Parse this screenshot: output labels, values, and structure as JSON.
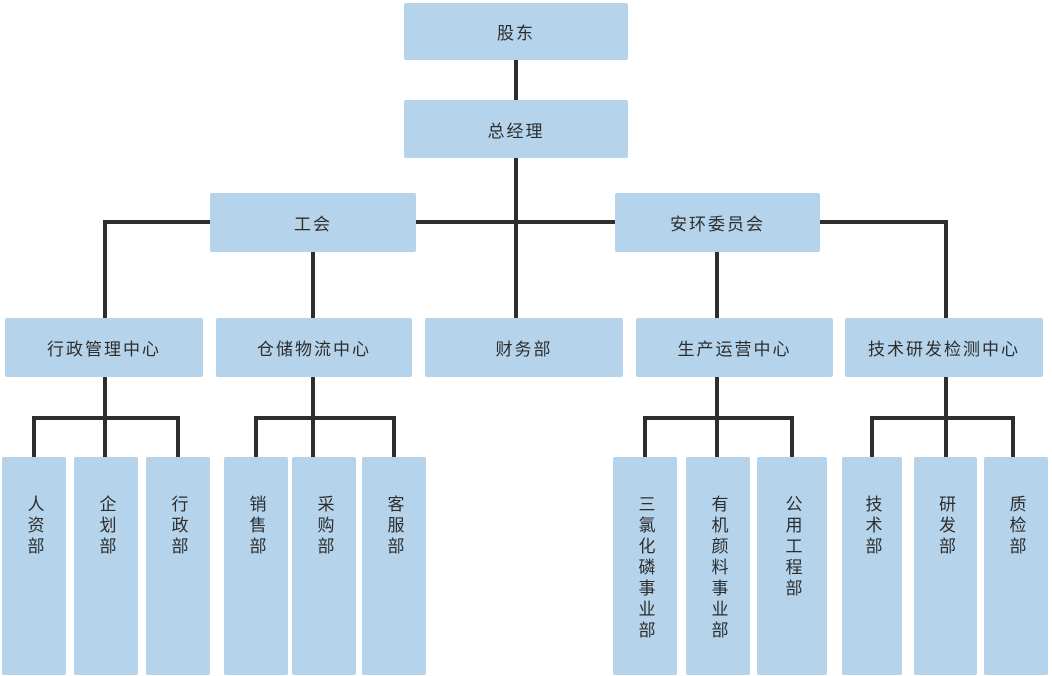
{
  "diagram_type": "org-chart",
  "colors": {
    "node_fill": "#b5d4eb",
    "connector": "#2e2e2e",
    "text": "#2d2d2d",
    "background": "#ffffff"
  },
  "org": {
    "shareholders": {
      "label": "股东"
    },
    "general_manager": {
      "label": "总经理"
    },
    "labor_union": {
      "label": "工会"
    },
    "safety_env_committee": {
      "label": "安环委员会"
    },
    "admin_mgmt_center": {
      "label": "行政管理中心"
    },
    "warehouse_logistics_center": {
      "label": "仓储物流中心"
    },
    "finance_dept": {
      "label": "财务部"
    },
    "production_ops_center": {
      "label": "生产运营中心"
    },
    "tech_rd_testing_center": {
      "label": "技术研发检测中心"
    },
    "hr_dept": {
      "label": "人资部"
    },
    "planning_dept": {
      "label": "企划部"
    },
    "admin_dept": {
      "label": "行政部"
    },
    "sales_dept": {
      "label": "销售部"
    },
    "purchasing_dept": {
      "label": "采购部"
    },
    "customer_service_dept": {
      "label": "客服部"
    },
    "phosphorus_trichloride_div": {
      "label": "三氯化磷事业部"
    },
    "organic_pigment_div": {
      "label": "有机颜料事业部"
    },
    "utilities_engineering_dept": {
      "label": "公用工程部"
    },
    "technology_dept": {
      "label": "技术部"
    },
    "rd_dept": {
      "label": "研发部"
    },
    "quality_inspection_dept": {
      "label": "质检部"
    }
  },
  "structure": [
    {
      "parent": "股东",
      "children": [
        "总经理"
      ]
    },
    {
      "parent": "总经理",
      "children": [
        "工会",
        "安环委员会",
        "财务部"
      ]
    },
    {
      "parent": "工会",
      "children": [
        "行政管理中心",
        "仓储物流中心"
      ]
    },
    {
      "parent": "安环委员会",
      "children": [
        "生产运营中心",
        "技术研发检测中心"
      ]
    },
    {
      "parent": "行政管理中心",
      "children": [
        "人资部",
        "企划部",
        "行政部"
      ]
    },
    {
      "parent": "仓储物流中心",
      "children": [
        "销售部",
        "采购部",
        "客服部"
      ]
    },
    {
      "parent": "生产运营中心",
      "children": [
        "三氯化磷事业部",
        "有机颜料事业部",
        "公用工程部"
      ]
    },
    {
      "parent": "技术研发检测中心",
      "children": [
        "技术部",
        "研发部",
        "质检部"
      ]
    }
  ]
}
